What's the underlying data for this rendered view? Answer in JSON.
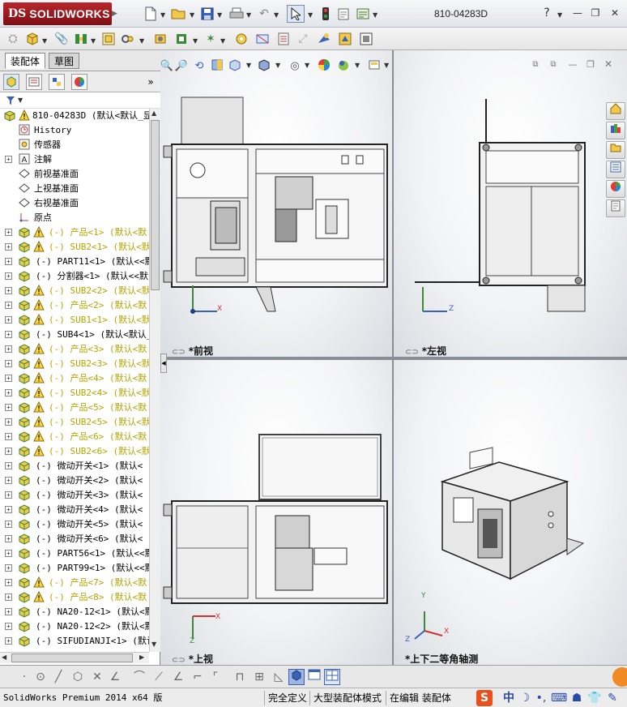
{
  "app": {
    "logo_ds": "DS",
    "logo_text": "SOLIDWORKS",
    "document_title": "810-04283D"
  },
  "left_panel": {
    "tabs": [
      {
        "label": "装配体"
      },
      {
        "label": "草图"
      }
    ],
    "expand_more": "»",
    "tree": [
      {
        "label": "810-04283D  (默认<默认_显",
        "warn": false,
        "root": true
      },
      {
        "label": "History"
      },
      {
        "label": "传感器"
      },
      {
        "label": "注解"
      },
      {
        "label": "前视基准面"
      },
      {
        "label": "上视基准面"
      },
      {
        "label": "右视基准面"
      },
      {
        "label": "原点"
      },
      {
        "label": "(-) 产品<1> (默认<默",
        "warn": true
      },
      {
        "label": "(-) SUB2<1> (默认<默",
        "warn": true
      },
      {
        "label": "(-) PART11<1> (默认<<默",
        "warn": false
      },
      {
        "label": "(-) 分割器<1> (默认<<默",
        "warn": false
      },
      {
        "label": "(-) SUB2<2> (默认<默",
        "warn": true
      },
      {
        "label": "(-) 产品<2> (默认<默",
        "warn": true
      },
      {
        "label": "(-) SUB1<1> (默认<默",
        "warn": true
      },
      {
        "label": "(-) SUB4<1> (默认<默认_",
        "warn": false
      },
      {
        "label": "(-) 产品<3> (默认<默",
        "warn": true
      },
      {
        "label": "(-) SUB2<3> (默认<默",
        "warn": true
      },
      {
        "label": "(-) 产品<4> (默认<默",
        "warn": true
      },
      {
        "label": "(-) SUB2<4> (默认<默",
        "warn": true
      },
      {
        "label": "(-) 产品<5> (默认<默",
        "warn": true
      },
      {
        "label": "(-) SUB2<5> (默认<默",
        "warn": true
      },
      {
        "label": "(-) 产品<6> (默认<默",
        "warn": true
      },
      {
        "label": "(-) SUB2<6> (默认<默",
        "warn": true
      },
      {
        "label": "(-) 微动开关<1> (默认<",
        "warn": false
      },
      {
        "label": "(-) 微动开关<2> (默认<",
        "warn": false
      },
      {
        "label": "(-) 微动开关<3> (默认<",
        "warn": false
      },
      {
        "label": "(-) 微动开关<4> (默认<",
        "warn": false
      },
      {
        "label": "(-) 微动开关<5> (默认<",
        "warn": false
      },
      {
        "label": "(-) 微动开关<6> (默认<",
        "warn": false
      },
      {
        "label": "(-) PART56<1> (默认<<默",
        "warn": false
      },
      {
        "label": "(-) PART99<1> (默认<<默",
        "warn": false
      },
      {
        "label": "(-) 产品<7> (默认<默",
        "warn": true
      },
      {
        "label": "(-) 产品<8> (默认<默",
        "warn": true
      },
      {
        "label": "(-) NA20-12<1> (默认<默",
        "warn": false
      },
      {
        "label": "(-) NA20-12<2> (默认<默",
        "warn": false
      },
      {
        "label": "(-) SIFUDIANJI<1> (默认",
        "warn": false
      }
    ]
  },
  "viewports": {
    "front": {
      "label": "*前视"
    },
    "left": {
      "label": "*左视"
    },
    "top": {
      "label": "*上视"
    },
    "iso": {
      "label": "*上下二等角轴测"
    }
  },
  "axes": {
    "x": "X",
    "y": "Y",
    "z": "Z"
  },
  "status": {
    "product": "SolidWorks Premium 2014 x64 版",
    "definition": "完全定义",
    "mode": "大型装配体模式",
    "editing": "在编辑 装配体"
  },
  "ime": {
    "lang": "中"
  },
  "colors": {
    "warn_text": "#b2a600",
    "brand": "#b8262c"
  }
}
